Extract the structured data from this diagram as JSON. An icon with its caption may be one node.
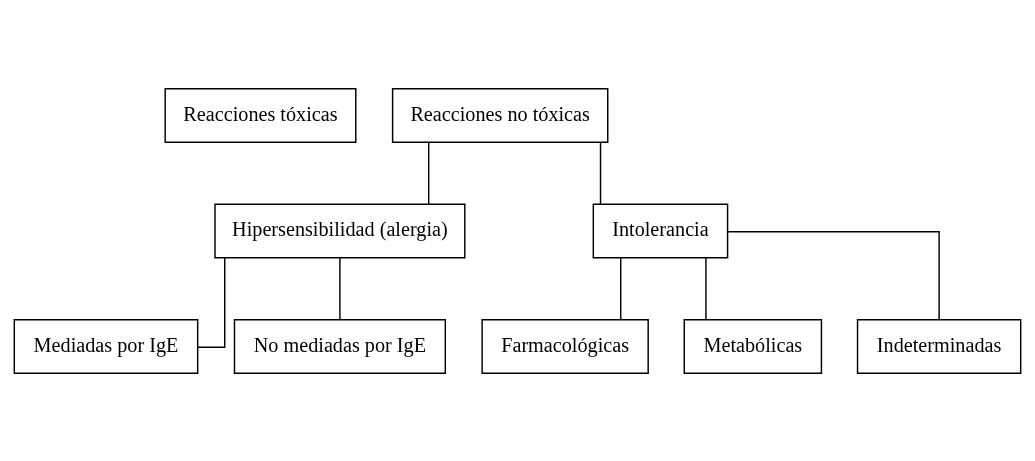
{
  "diagram": {
    "nodes": [
      {
        "text": [
          "Reacciones tóxicas"
        ]
      },
      {
        "text": [
          "Reacciones no tóxicas"
        ]
      },
      {
        "text": [
          "Hipersensibilidad (alergia)"
        ]
      },
      {
        "text": [
          "Intolerancia"
        ]
      },
      {
        "text": [
          "Mediadas por IgE"
        ]
      },
      {
        "text": [
          "No mediadas por IgE"
        ]
      },
      {
        "text": [
          "Farmacológicas"
        ]
      },
      {
        "text": [
          "Metabólicas"
        ]
      },
      {
        "text": [
          "Indeterminadas"
        ]
      }
    ],
    "edges": [
      {
        "from": 1,
        "to": 2,
        "arrow": "none"
      },
      {
        "from": 1,
        "to": 3,
        "arrow": "none"
      },
      {
        "from": 2,
        "to": 4,
        "arrow": "none"
      },
      {
        "from": 2,
        "to": 5,
        "arrow": "none"
      },
      {
        "from": 3,
        "to": 6,
        "arrow": "none"
      },
      {
        "from": 3,
        "to": 7,
        "arrow": "none"
      },
      {
        "from": 3,
        "to": 8,
        "arrow": "none"
      }
    ]
  }
}
